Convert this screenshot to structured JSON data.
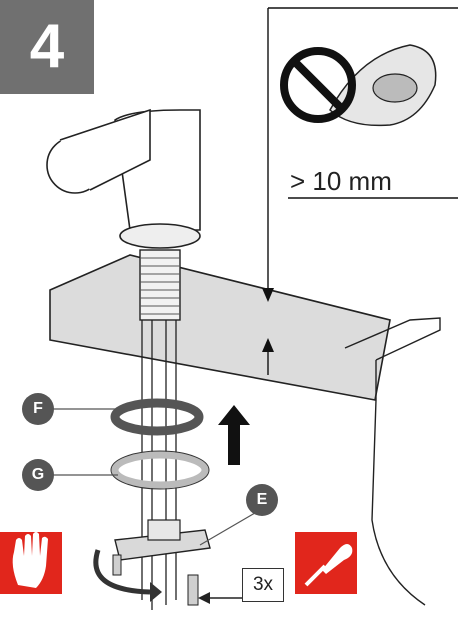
{
  "step_number": "4",
  "clearance_label": "> 10 mm",
  "callouts": {
    "f": "F",
    "g": "G",
    "e": "E"
  },
  "screw_count_label": "3x",
  "icons": {
    "prohibited": "no-gasket-icon",
    "hand": "hand-tighten-icon",
    "screwdriver": "screwdriver-icon"
  },
  "colors": {
    "step_badge": "#707070",
    "callout": "#555555",
    "warning_red": "#e1261c",
    "countertop": "#d9d9d9"
  }
}
